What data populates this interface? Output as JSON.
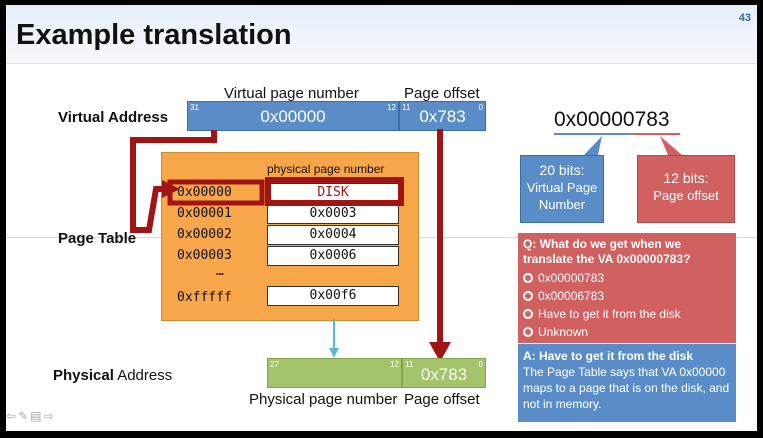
{
  "slide": {
    "title": "Example translation",
    "number": "43"
  },
  "virtual": {
    "row_label": "Virtual Address",
    "vpn_header": "Virtual page number",
    "offset_header": "Page offset",
    "vpn_value": "0x00000",
    "offset_value": "0x783",
    "bits": {
      "vpn_hi": "31",
      "vpn_lo": "12",
      "off_hi": "11",
      "off_lo": "0"
    }
  },
  "full_address": "0x00000783",
  "page_table": {
    "label": "Page Table",
    "header": "physical page number",
    "rows": [
      {
        "vpn": "0x00000",
        "ppn": "DISK"
      },
      {
        "vpn": "0x00001",
        "ppn": "0x0003"
      },
      {
        "vpn": "0x00002",
        "ppn": "0x0004"
      },
      {
        "vpn": "0x00003",
        "ppn": "0x0006"
      }
    ],
    "ellipsis": "…",
    "last_row": {
      "vpn": "0xfffff",
      "ppn": "0x00f6"
    }
  },
  "callouts": {
    "vpn_bits": {
      "line1": "20 bits:",
      "line2": "Virtual Page",
      "line3": "Number"
    },
    "offset_bits": {
      "line1": "12 bits:",
      "line2": "Page offset"
    }
  },
  "question": {
    "title": "Q: What do we get when we translate the VA 0x00000783?",
    "options": [
      "0x00000783",
      "0x00006783",
      "Have to get it from the disk",
      "Unknown"
    ]
  },
  "answer": {
    "title": "A: Have to get it from the disk",
    "body": "The Page Table says that VA 0x00000 maps to a page that is on the disk, and not in memory."
  },
  "physical": {
    "label_bold": "Physical",
    "label_rest": " Address",
    "offset_value": "0x783",
    "ppn_footer": "Physical page number",
    "offset_footer": "Page offset",
    "bits": {
      "ppn_hi": "27",
      "ppn_lo": "12",
      "off_hi": "11",
      "off_lo": "0"
    }
  },
  "colors": {
    "accent_red": "#a01414",
    "blue": "#5a8dc8",
    "orange": "#f7a74a",
    "green": "#a3c46a",
    "question_red": "#d16060"
  }
}
